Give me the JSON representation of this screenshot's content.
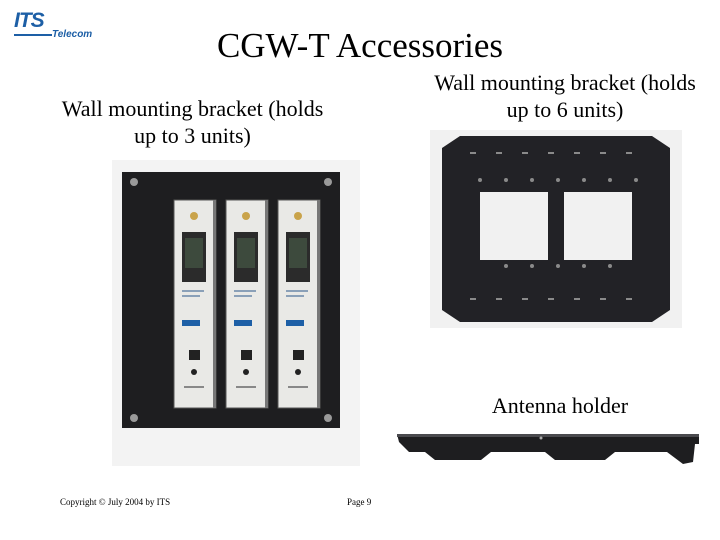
{
  "slide": {
    "title": "CGW-T Accessories",
    "logo": {
      "main": "ITS",
      "sub": "Telecom"
    },
    "captions": {
      "small_bracket": "Wall mounting bracket (holds up to 3 units)",
      "large_bracket": "Wall mounting bracket (holds up to 6 units)",
      "antenna_holder": "Antenna holder"
    },
    "footer": {
      "copyright": "Copyright © July 2004 by ITS",
      "page": "Page 9"
    }
  },
  "images": {
    "small_bracket": {
      "icon": "wall-bracket-3-units-photo",
      "units": 3
    },
    "large_bracket": {
      "icon": "wall-bracket-6-units-photo"
    },
    "antenna_holder": {
      "icon": "antenna-holder-photo"
    }
  },
  "colors": {
    "logo": "#1d5fa6",
    "bracket": "#1e1e20",
    "unit_body": "#e9e9e6"
  }
}
